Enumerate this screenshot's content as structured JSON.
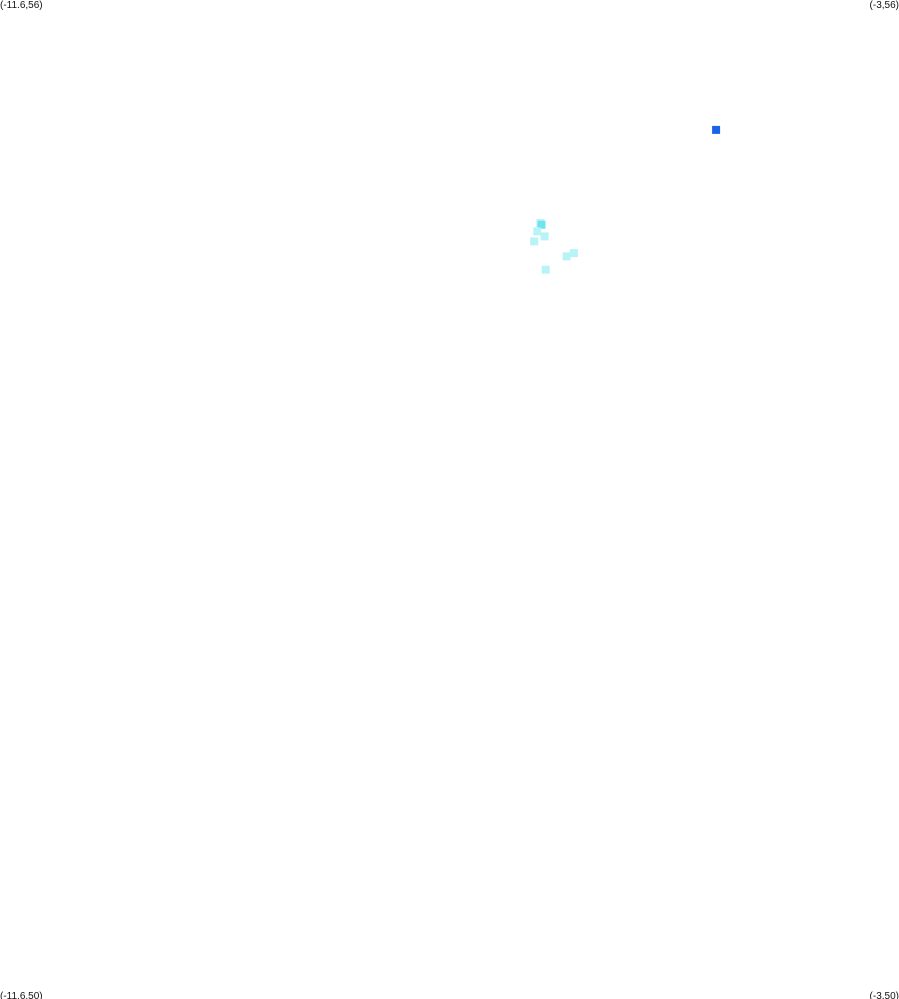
{
  "corners": {
    "top_left": "(-11.6,56)",
    "top_right": "(-3,56)",
    "bottom_left": "(-11.6,50)",
    "bottom_right": "(-3,50)"
  },
  "chart_data": {
    "type": "scatter",
    "xlim": [
      -11.6,
      -3
    ],
    "ylim": [
      50,
      56
    ],
    "grid": false,
    "colors": {
      "light": "#b8f4f6",
      "mid": "#6fe3ee",
      "dark": "#1a63e6"
    },
    "points": [
      {
        "x": -4.75,
        "y": 55.22,
        "shade": "dark"
      },
      {
        "x": -6.43,
        "y": 54.66,
        "shade": "light"
      },
      {
        "x": -6.42,
        "y": 54.65,
        "shade": "mid"
      },
      {
        "x": -6.46,
        "y": 54.61,
        "shade": "light"
      },
      {
        "x": -6.39,
        "y": 54.58,
        "shade": "light"
      },
      {
        "x": -6.49,
        "y": 54.55,
        "shade": "light"
      },
      {
        "x": -6.11,
        "y": 54.48,
        "shade": "light"
      },
      {
        "x": -6.18,
        "y": 54.46,
        "shade": "light"
      },
      {
        "x": -6.38,
        "y": 54.38,
        "shade": "light"
      }
    ]
  }
}
